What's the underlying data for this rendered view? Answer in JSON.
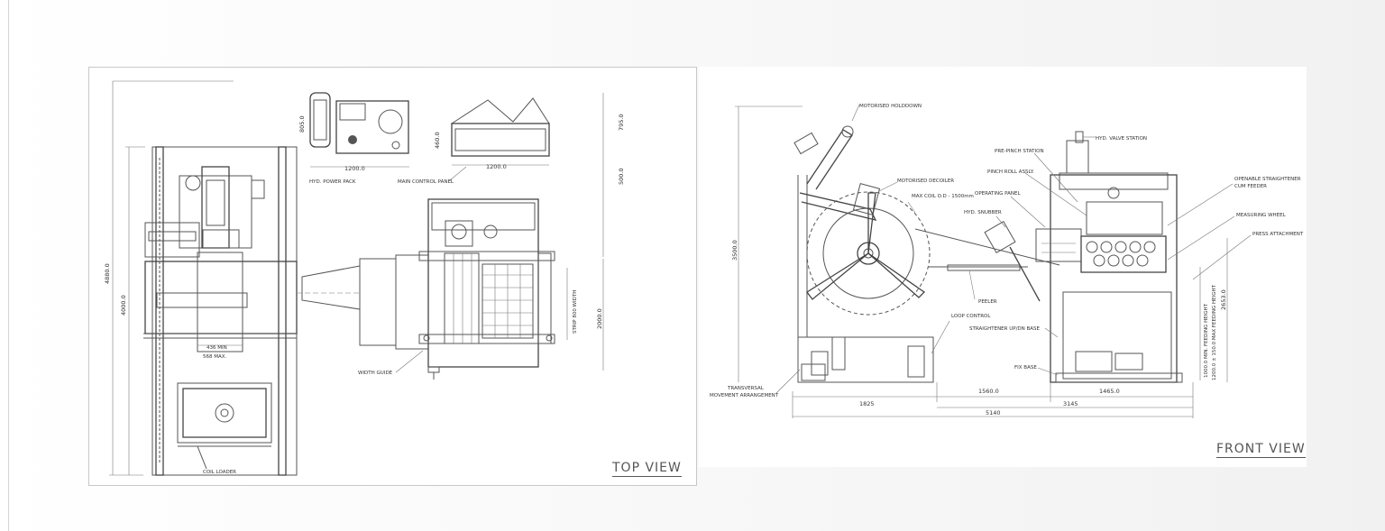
{
  "top_view": {
    "view_title": "TOP VIEW",
    "labels": {
      "hyd_power_pack": "HYD. POWER PACK",
      "main_control_panel": "MAIN CONTROL PANEL",
      "width_guide": "WIDTH GUIDE",
      "coil_loader": "COIL LOADER",
      "strip_width": "STRIP 800 WIDTH",
      "min_436": "436 MIN",
      "max_568": "568 MAX."
    },
    "dimensions": {
      "d_1200_a": "1200.0",
      "d_1200_b": "1200.0",
      "d_805": "805.0",
      "d_460": "460.0",
      "d_795": "795.0",
      "d_500": "500.0",
      "d_2000": "2000.0",
      "d_4000": "4000.0",
      "d_4880": "4880.0"
    }
  },
  "front_view": {
    "view_title": "FRONT VIEW",
    "labels": {
      "motorised_holddown": "MOTORISED HOLDDOWN",
      "motorised_decoiler": "MOTORISED DECOILER",
      "max_coil": "MAX COIL O.D - 1500mm",
      "pre_pinch_station": "PRE-PINCH STATION",
      "hyd_valve_station": "HYD. VALVE STATION",
      "pinch_roll_assly": "PINCH ROLL ASSLY.",
      "operating_panel": "OPERATING PANEL",
      "hyd_snubber": "HYD. SNUBBER",
      "openable_straightener": "OPENABLE STRAIGHTENER",
      "cum_feeder": "CUM FEEDER",
      "measuring_wheel": "MEASURING WHEEL",
      "press_attachment": "PRESS ATTACHMENT",
      "peeler": "PEELER",
      "loop_control": "LOOP CONTROL",
      "straightener_updn_base": "STRAIGHTENER UP/DN BASE",
      "fix_base": "FIX BASE",
      "transversal": "TRANSVERSAL",
      "movement_arrangement": "MOVEMENT ARRANGEMENT",
      "min_feeding_height": "1000.0 MIN. FEEDING HEIGHT",
      "max_feeding_height": "1200.0 ± 150.0 MAX FEEDING HEIGHT"
    },
    "dimensions": {
      "d_3500": "3500.0",
      "d_2653": "2653.0",
      "d_1825": "1825",
      "d_1560": "1560.0",
      "d_1465": "1465.0",
      "d_3145": "3145",
      "d_5140": "5140"
    }
  }
}
